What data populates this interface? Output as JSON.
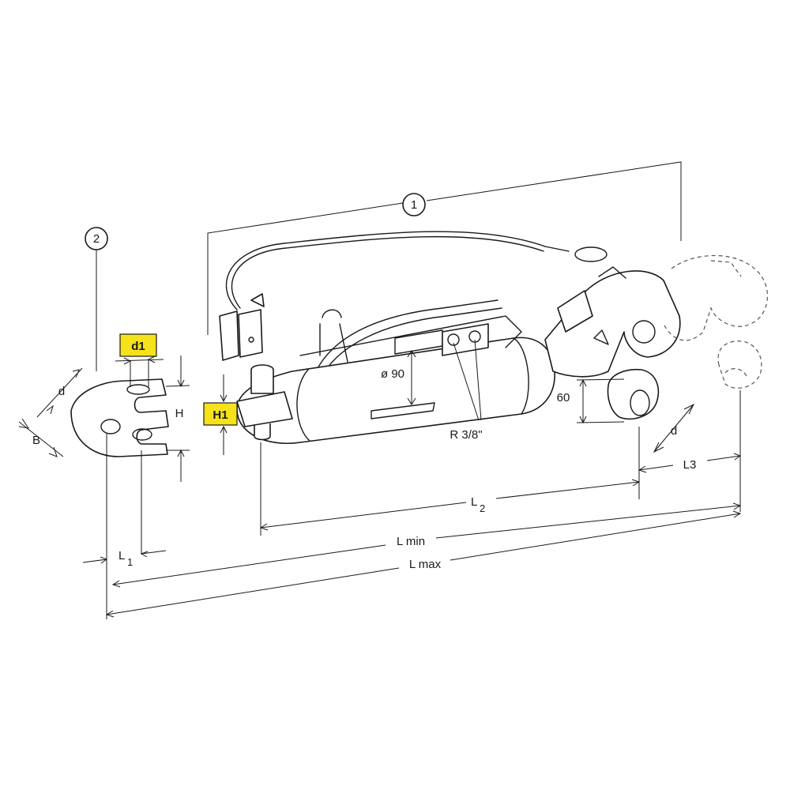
{
  "callouts": {
    "assembly": "1",
    "clevis": "2"
  },
  "dimensions": {
    "d1": "d1",
    "h1": "H1",
    "h": "H",
    "d_clevis": "d",
    "b": "B",
    "l1_main": "L",
    "l1_sub": "1",
    "diameter": "ø 90",
    "thread": "R 3/8\"",
    "height_60": "60",
    "d_ball": "d",
    "l2_main": "L",
    "l2_sub": "2",
    "l3": "L3",
    "lmin": "L min",
    "lmax": "L max"
  },
  "colors": {
    "highlight": "#f5e21b",
    "line": "#1a1a1a"
  }
}
